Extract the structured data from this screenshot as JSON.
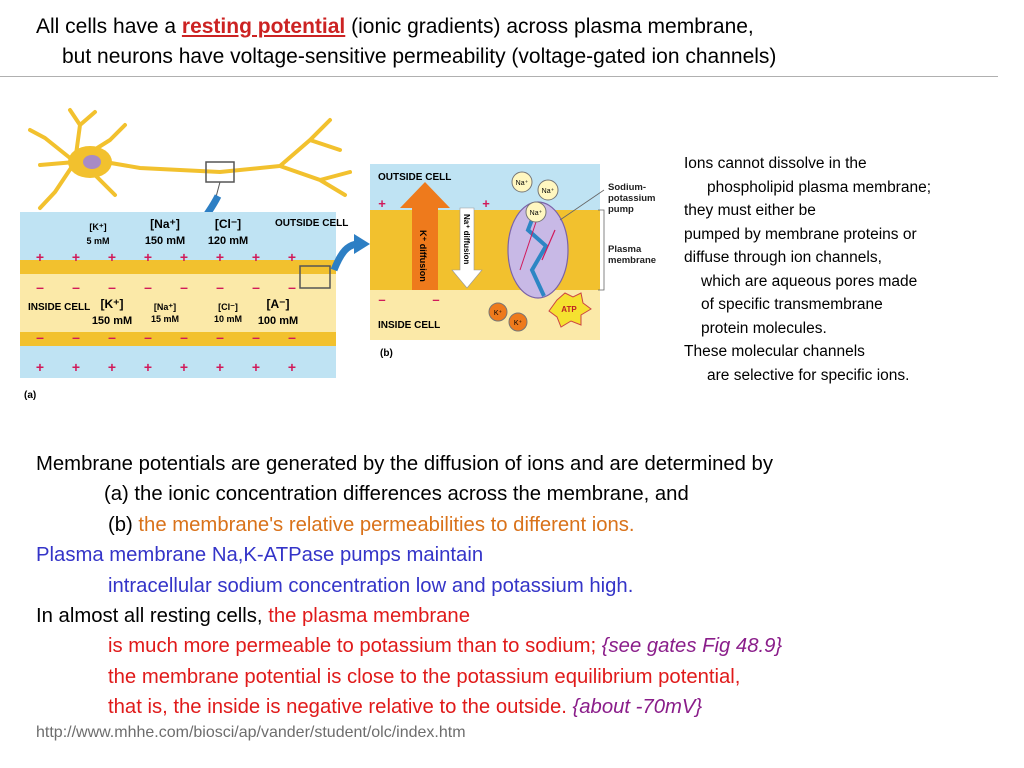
{
  "title": {
    "pre": "All cells have a ",
    "highlight": "resting potential",
    "post": " (ionic gradients) across plasma membrane,",
    "line2": "but neurons have voltage-sensitive permeability (voltage-gated ion channels)"
  },
  "figure": {
    "a": {
      "outside_label": "OUTSIDE CELL",
      "inside_label": "INSIDE CELL",
      "panel_label": "(a)",
      "plus": "+",
      "minus": "–",
      "out_ions": [
        {
          "name": "[K⁺]",
          "conc": "5 mM"
        },
        {
          "name": "[Na⁺]",
          "conc": "150 mM"
        },
        {
          "name": "[Cl⁻]",
          "conc": "120 mM"
        }
      ],
      "in_ions": [
        {
          "name": "[K⁺]",
          "conc": "150 mM"
        },
        {
          "name": "[Na⁺]",
          "conc": "15 mM"
        },
        {
          "name": "[Cl⁻]",
          "conc": "10 mM"
        },
        {
          "name": "[A⁻]",
          "conc": "100 mM"
        }
      ]
    },
    "b": {
      "outside_label": "OUTSIDE CELL",
      "inside_label": "INSIDE CELL",
      "panel_label": "(b)",
      "k_diffusion": "K⁺ diffusion",
      "na_diffusion": "Na⁺ diffusion",
      "pump_label": [
        "Sodium-",
        "potassium",
        "pump"
      ],
      "membrane_label": [
        "Plasma",
        "membrane"
      ],
      "na": "Na⁺",
      "k": "K⁺",
      "atp": "ATP"
    }
  },
  "side_text": [
    "Ions cannot dissolve in the",
    "phospholipid plasma membrane;",
    "they must either be",
    "pumped by membrane proteins or",
    "diffuse through ion channels,",
    "which are aqueous pores made",
    "of specific transmembrane",
    "protein molecules.",
    "These molecular channels",
    "are selective for specific ions."
  ],
  "body": {
    "l1": "Membrane potentials are generated by the diffusion of ions and are determined by",
    "l2": "(a) the ionic concentration differences across the membrane, and",
    "l3a": "(b) ",
    "l3b": "the membrane's relative permeabilities to different ions.",
    "l4": "Plasma membrane Na,K-ATPase pumps maintain",
    "l5": "intracellular sodium concentration low and potassium high.",
    "l6a": "In almost all resting cells, ",
    "l6b": "the plasma membrane",
    "l7a": "is much more permeable to potassium than to sodium; ",
    "l7b": "{see gates Fig 48.9}",
    "l8": "the membrane potential is close to the potassium equilibrium potential,",
    "l9a": "that is, the inside is negative relative to the outside. ",
    "l9b": "{about -70mV}"
  },
  "url": "http://www.mhhe.com/biosci/ap/vander/student/olc/index.htm",
  "colors": {
    "highlight": "#cc2222",
    "orange": "#d9721a",
    "blue": "#3434c8",
    "red": "#e01a1a",
    "purple": "#8a1d8a",
    "outside_fluid": "#bfe3f3",
    "inside_fluid": "#fbe9a8",
    "membrane": "#f2c12e"
  }
}
